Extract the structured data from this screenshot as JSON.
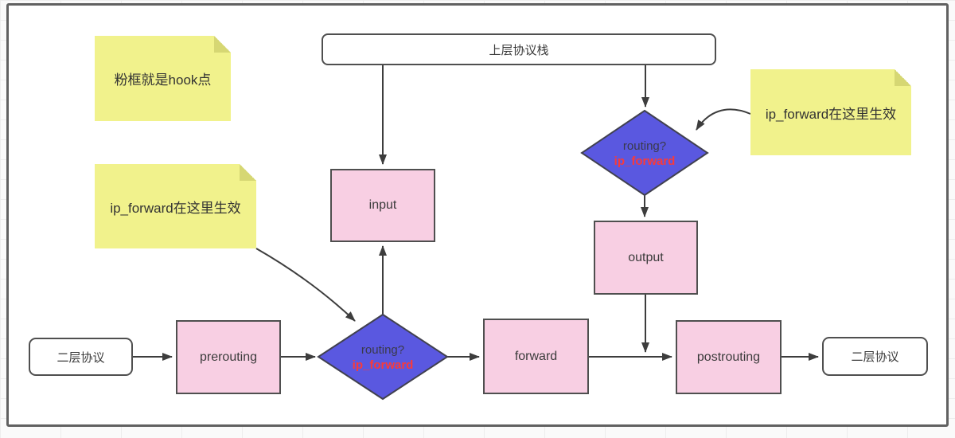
{
  "nodes": {
    "upper_stack": {
      "label": "上层协议栈"
    },
    "input": {
      "label": "input"
    },
    "output": {
      "label": "output"
    },
    "prerouting": {
      "label": "prerouting"
    },
    "forward": {
      "label": "forward"
    },
    "postrouting": {
      "label": "postrouting"
    },
    "l2_left": {
      "label": "二层协议"
    },
    "l2_right": {
      "label": "二层协议"
    },
    "routing_top": {
      "question": "routing?",
      "subtext": "ip_forward"
    },
    "routing_bottom": {
      "question": "routing?",
      "subtext": "ip_forward"
    }
  },
  "notes": {
    "hook_note": {
      "text": "粉框就是hook点"
    },
    "left_ip_forward_note": {
      "text": "ip_forward在这里生效"
    },
    "right_ip_forward_note": {
      "text": "ip_forward在这里生效"
    }
  },
  "colors": {
    "hook_fill": "#f8cfe3",
    "decision_fill": "#5a58e0",
    "note_fill": "#f1f28c",
    "highlight_text": "#f93a3a",
    "connector": "#3d3d3d"
  }
}
